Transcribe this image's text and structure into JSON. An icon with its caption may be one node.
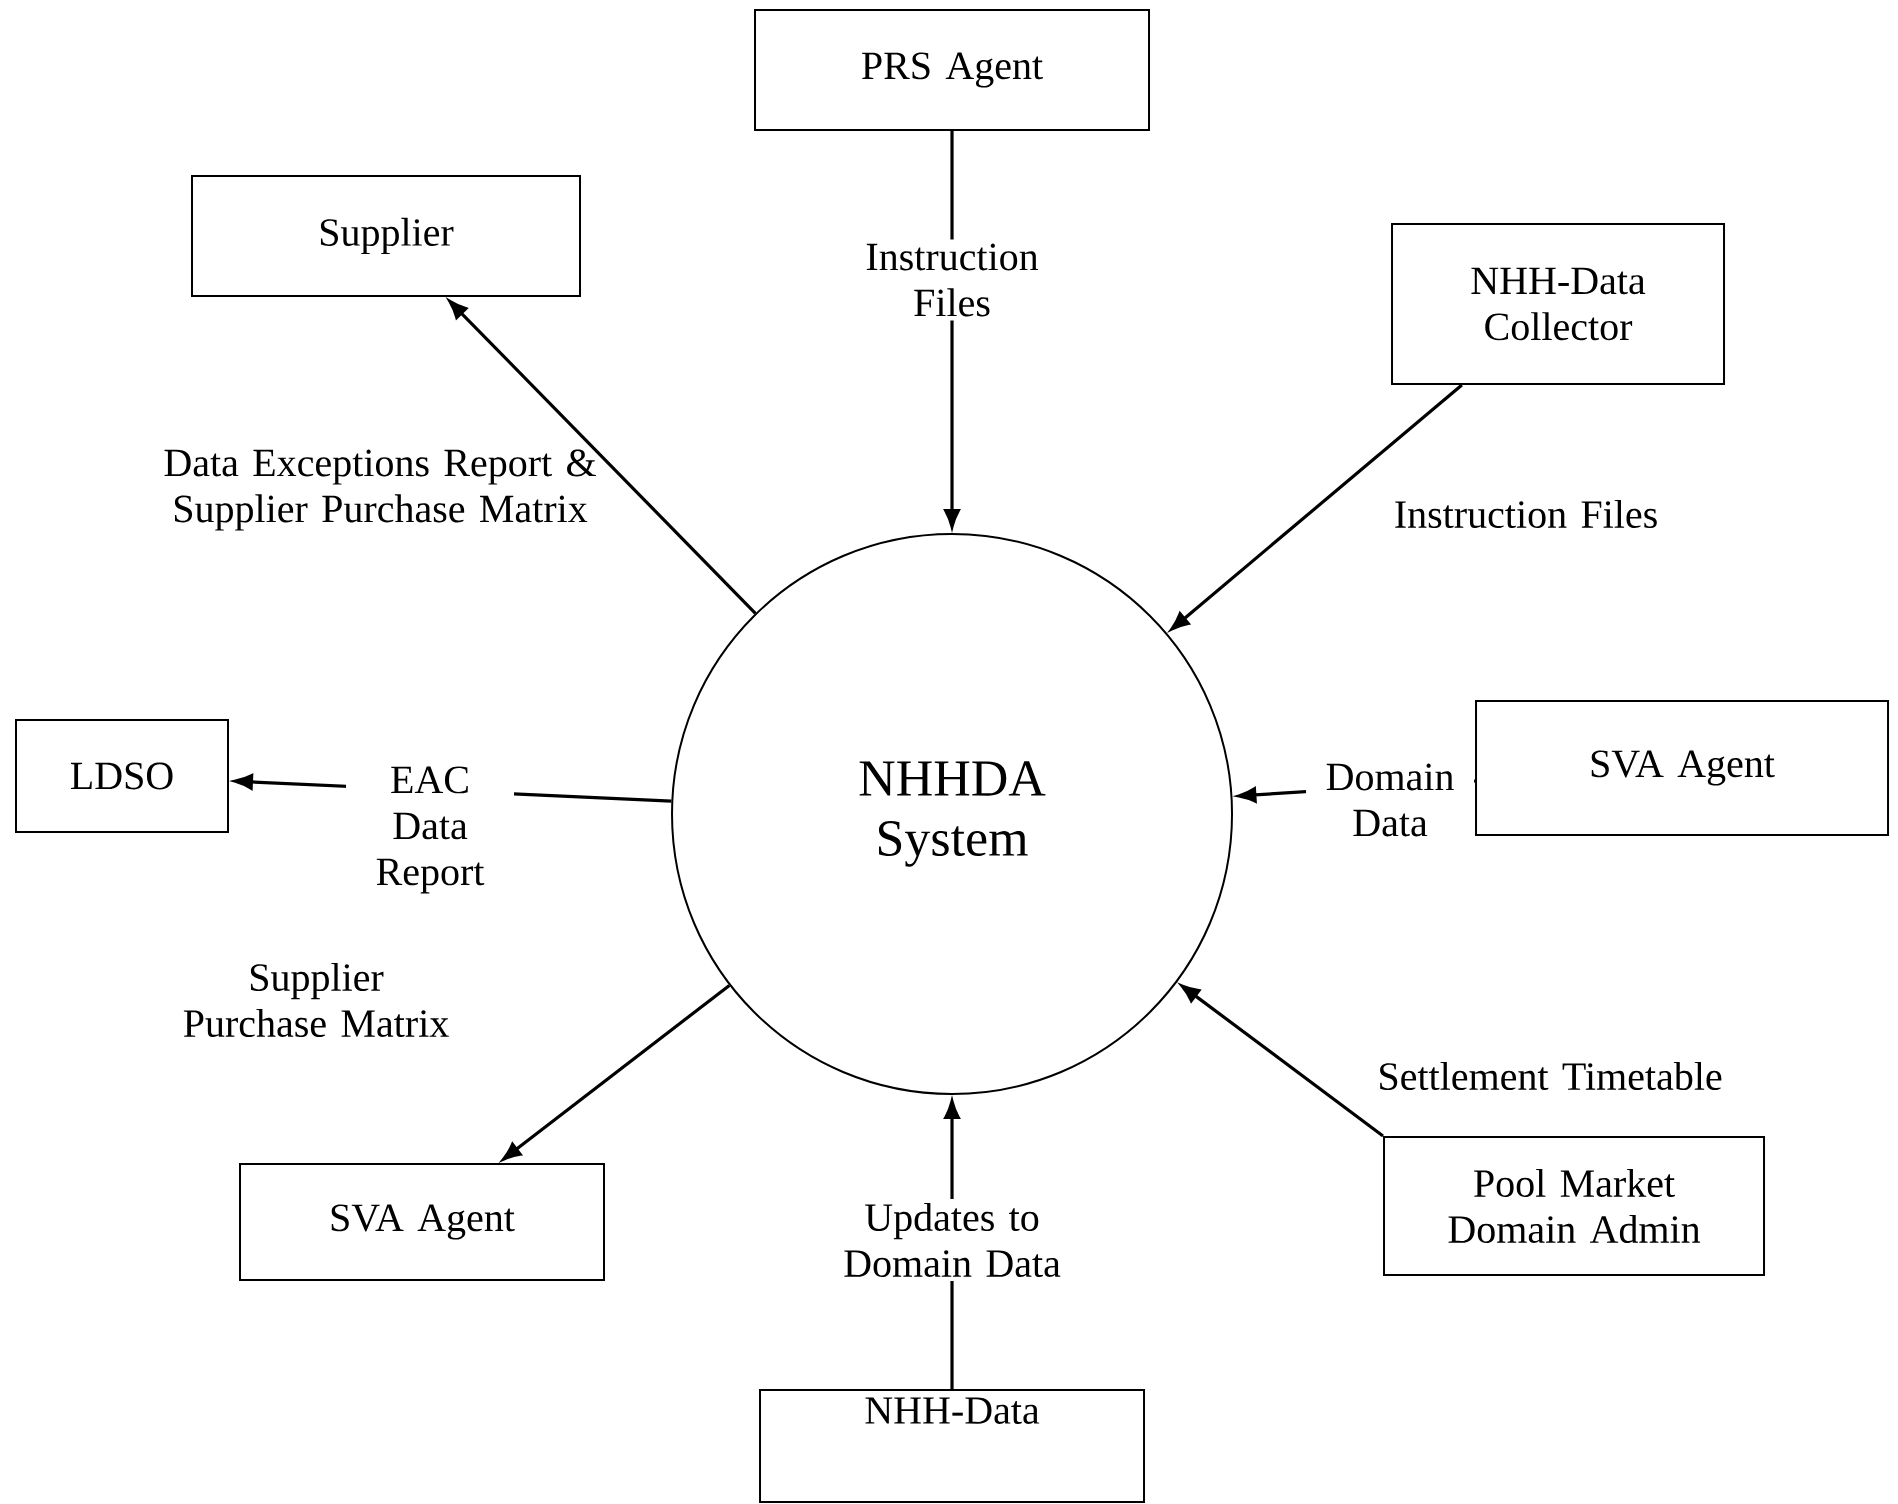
{
  "diagram": {
    "nodes": [
      {
        "text": [
          "NHHDA System"
        ]
      },
      {
        "text": [
          "PRS Agent"
        ]
      },
      {
        "text": [
          "NHH-Data Collector"
        ]
      },
      {
        "text": [
          "Supplier"
        ]
      },
      {
        "text": [
          "LDSO"
        ]
      },
      {
        "text": [
          "SVA Agent"
        ]
      },
      {
        "text": [
          "SVA Agent"
        ]
      },
      {
        "text": [
          "Pool Market Domain Admin"
        ]
      },
      {
        "text": [
          "NHH-Data"
        ]
      }
    ],
    "edges": [
      {
        "from": 1,
        "to": 0,
        "arrow": "to",
        "label": "Instruction Files"
      },
      {
        "from": 2,
        "to": 0,
        "arrow": "to",
        "label": "Instruction Files"
      },
      {
        "from": 0,
        "to": 3,
        "arrow": "to",
        "label": "Data Exceptions Report & Supplier Purchase Matrix"
      },
      {
        "from": 0,
        "to": 4,
        "arrow": "to",
        "label": "EAC Data Report"
      },
      {
        "from": 5,
        "to": 0,
        "arrow": "to",
        "label": "Domain Data"
      },
      {
        "from": 0,
        "to": 6,
        "arrow": "to",
        "label": "Supplier Purchase Matrix"
      },
      {
        "from": 7,
        "to": 0,
        "arrow": "to",
        "label": "Settlement Timetable"
      },
      {
        "from": 8,
        "to": 0,
        "arrow": "to",
        "label": "Updates to Domain Data"
      }
    ]
  }
}
